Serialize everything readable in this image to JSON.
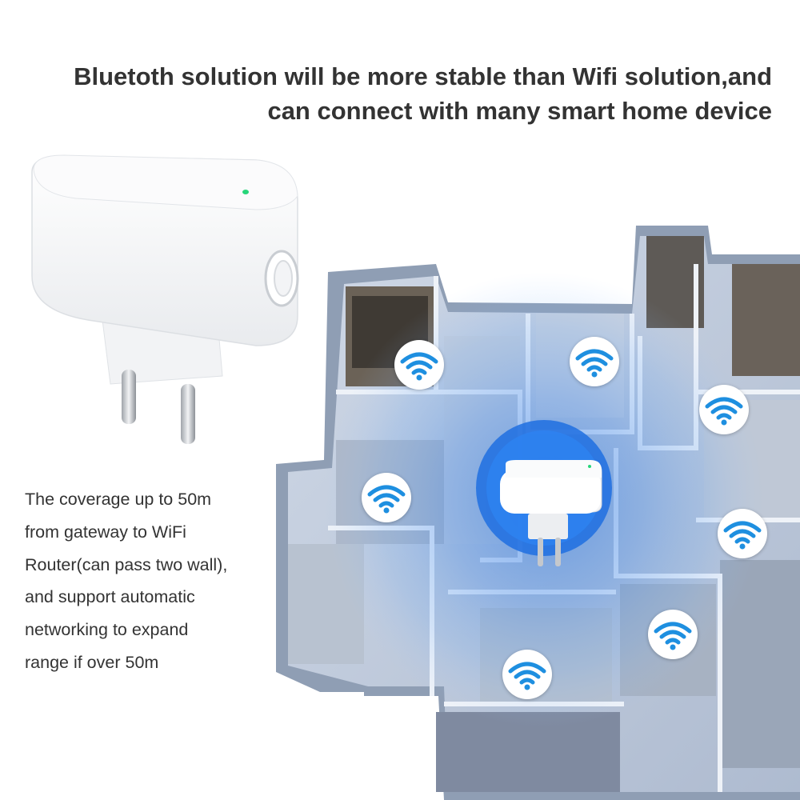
{
  "headline": {
    "line1": "Bluetoth solution will be more stable than Wifi solution,and",
    "line2": "can connect with many smart home device"
  },
  "coverage_text": [
    "The coverage up to 50m",
    "from gateway to WiFi",
    "Router(can pass two wall),",
    "and support automatic",
    "networking to expand",
    "range if over 50m"
  ],
  "icons": {
    "wifi": "wifi-icon",
    "status_led": "status-led-icon"
  },
  "colors": {
    "headline_text": "#333333",
    "body_text": "#333333",
    "wifi_blue": "#1e8fe0",
    "signal_blue": "#1f6fe0",
    "led_green": "#27d67a"
  }
}
